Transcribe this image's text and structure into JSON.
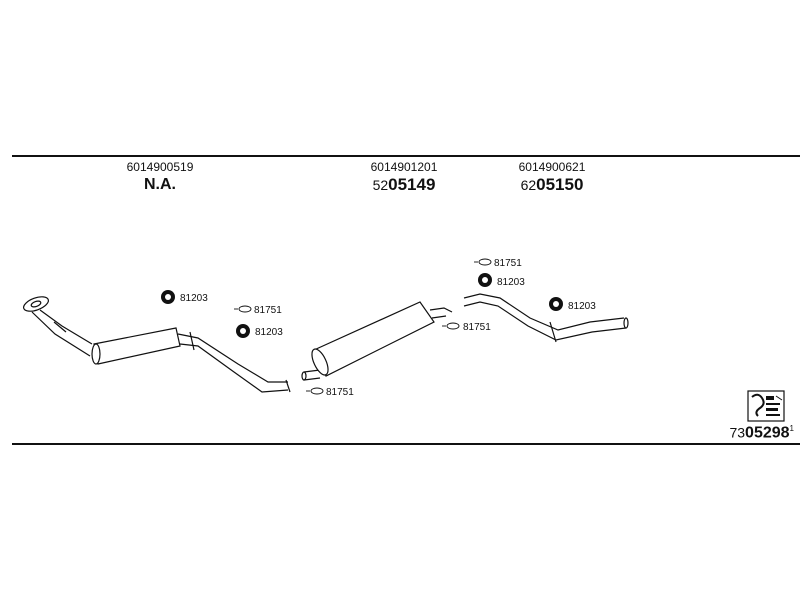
{
  "parts": [
    {
      "number": "6014900519",
      "code_prefix": "",
      "code_main": "",
      "note": "N.A."
    },
    {
      "number": "6014901201",
      "code_prefix": "52",
      "code_main": "05149",
      "note": ""
    },
    {
      "number": "6014900621",
      "code_prefix": "62",
      "code_main": "05150",
      "note": ""
    }
  ],
  "labels": {
    "clamp_a": "81203",
    "hanger_a": "81751",
    "clamp_b": "81203",
    "hanger_b": "81751",
    "hanger_c": "81751",
    "hanger_d": "81751",
    "clamp_c": "81203",
    "clamp_d": "81203"
  },
  "reference": {
    "prefix": "73",
    "main": "05298",
    "suffix": "1"
  }
}
